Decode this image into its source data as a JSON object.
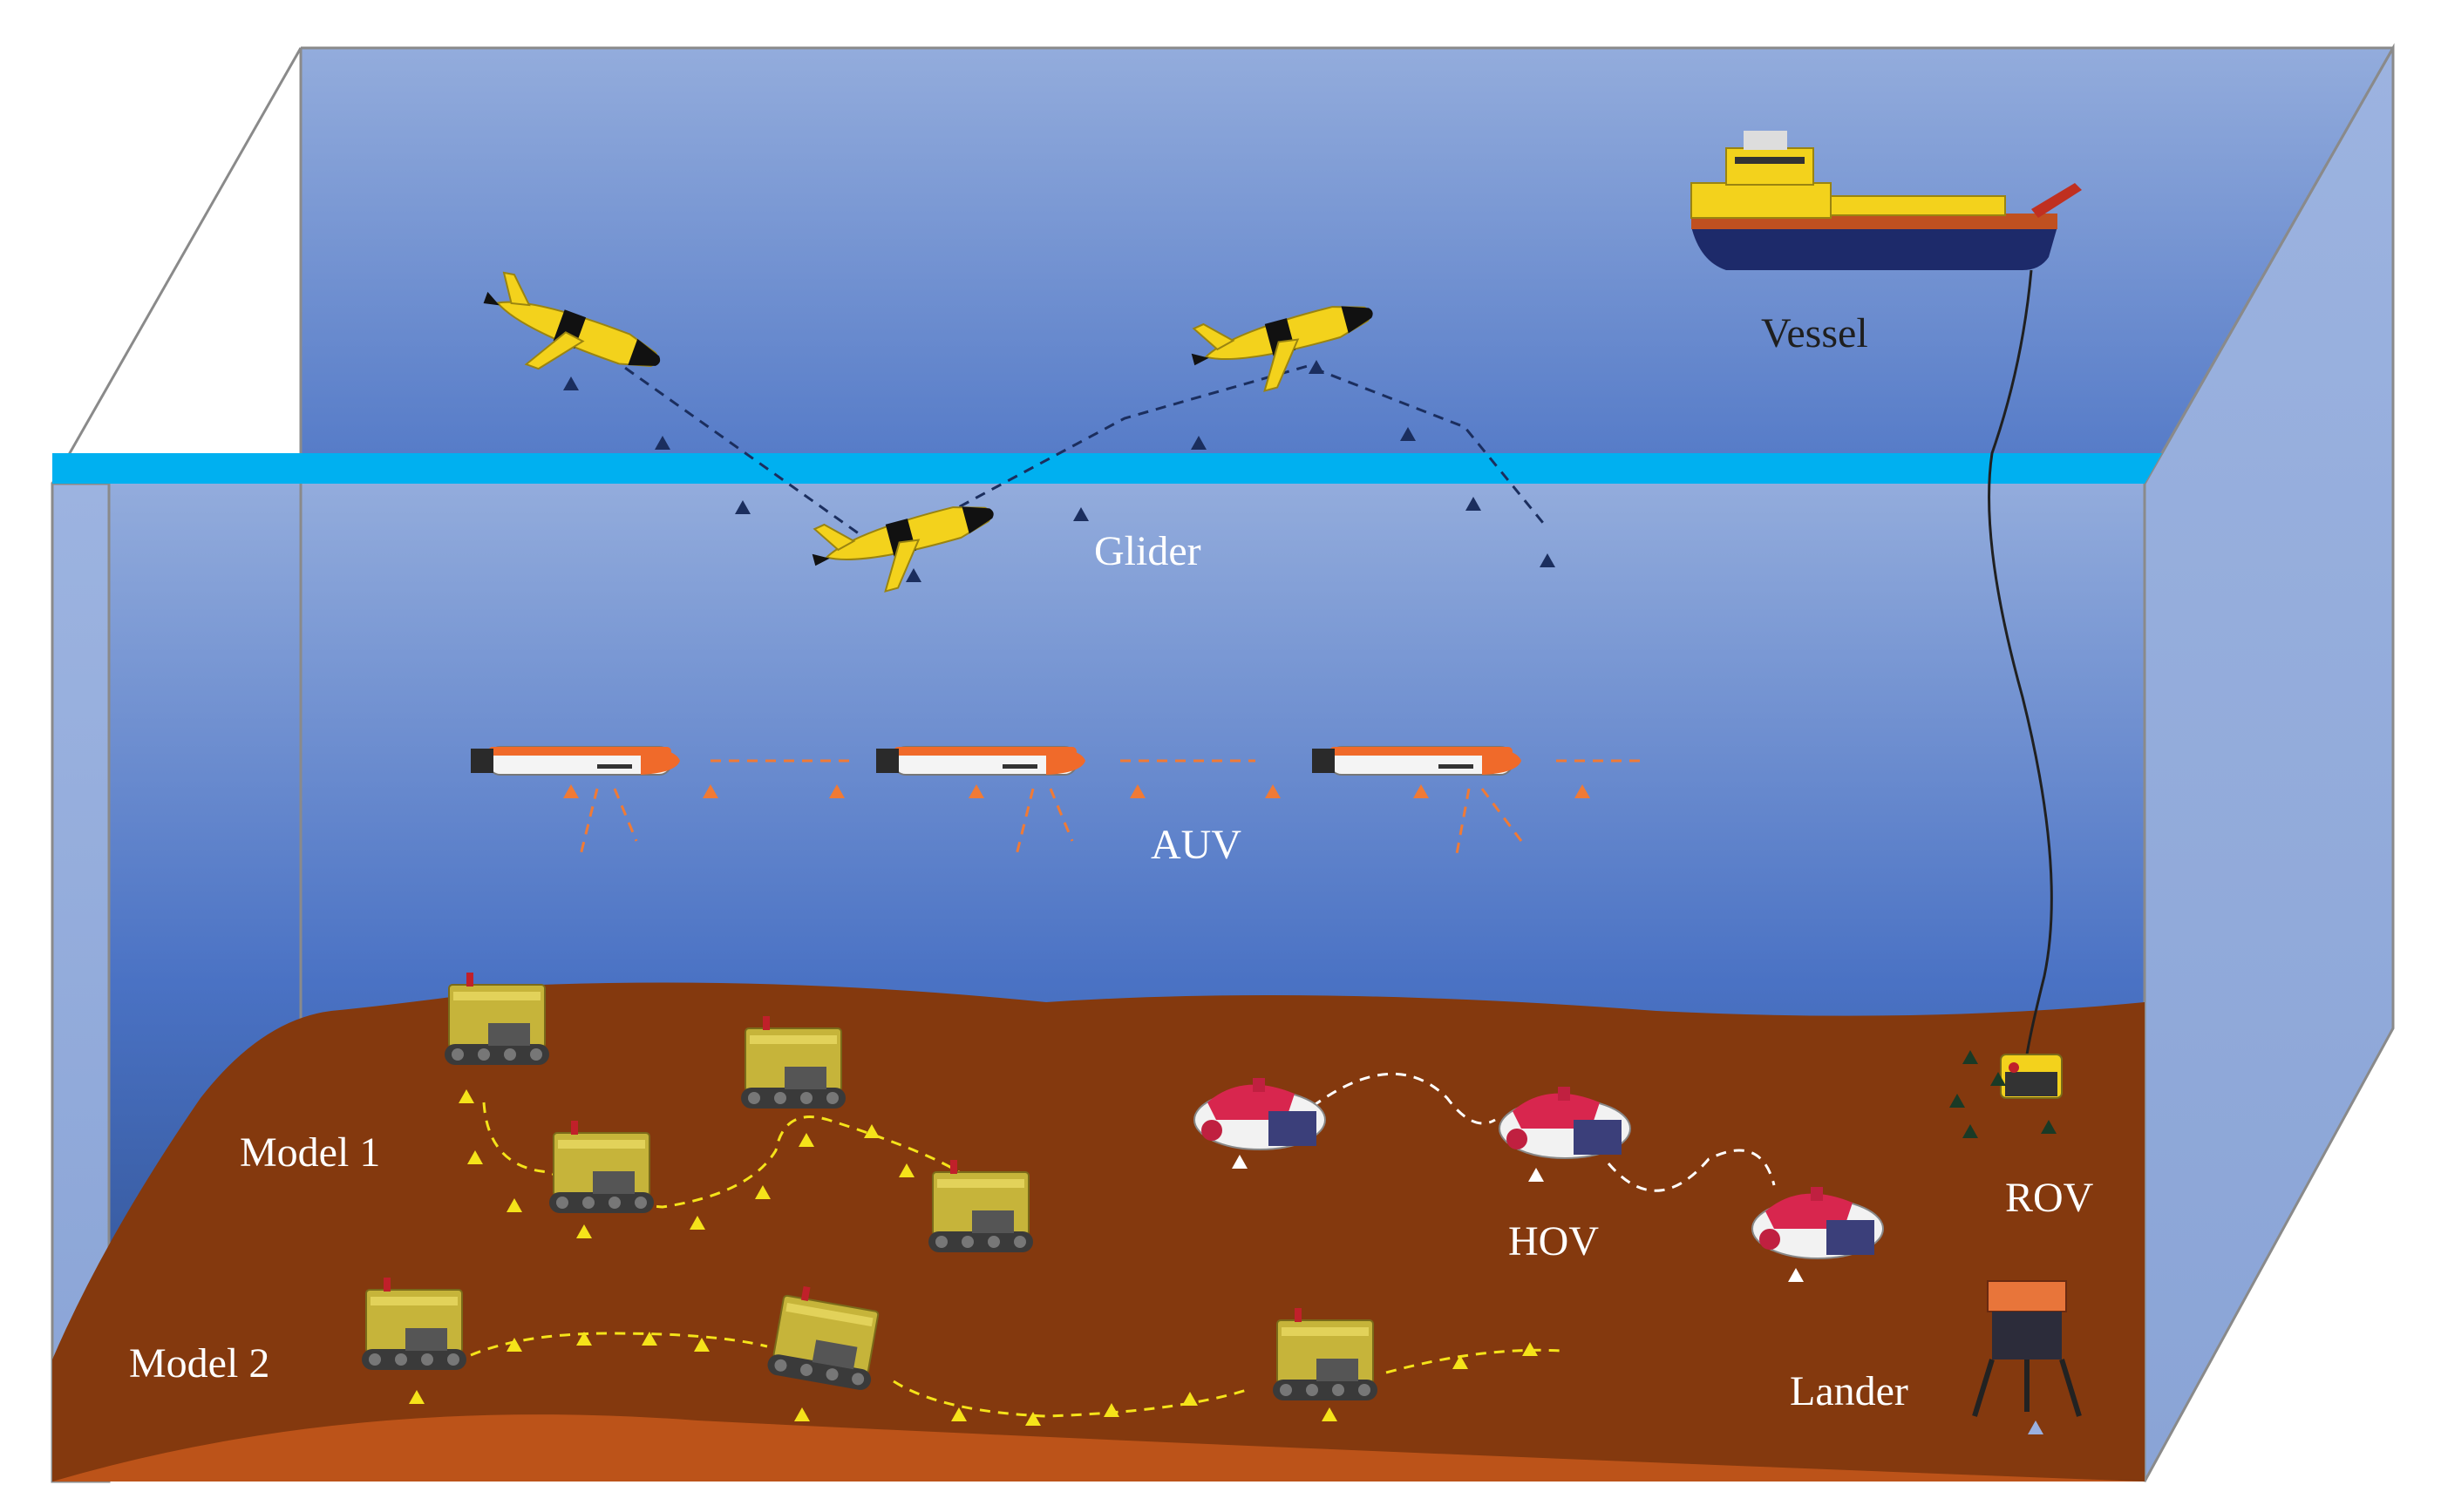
{
  "labels": {
    "vessel": "Vessel",
    "glider": "Glider",
    "auv": "AUV",
    "model1": "Model 1",
    "model2": "Model 2",
    "hov": "HOV",
    "rov": "ROV",
    "lander": "Lander"
  },
  "colors": {
    "water_top": "#93acdc",
    "water_mid": "#4a72c4",
    "water_bottom": "#2a4a86",
    "surface_band": "#00b0f0",
    "seabed": "#84390e",
    "seabed_light": "#c5581b",
    "side_wall": "#8fa9dc",
    "glider_body": "#f3d21c",
    "auv_body": "#f06a2a",
    "crawler_body": "#c6b43a",
    "hov_body": "#d8264e",
    "marker_dark": "#1b2e5e",
    "marker_orange": "#f07a35",
    "marker_yellow": "#f5e31a",
    "path_yellow": "#f5e31a"
  },
  "icons": {
    "vessel": "research-ship-icon",
    "glider": "underwater-glider-icon",
    "auv": "torpedo-auv-icon",
    "crawler": "seabed-crawler-icon",
    "hov": "manned-submersible-icon",
    "rov": "rov-icon",
    "lander": "lander-frame-icon"
  }
}
